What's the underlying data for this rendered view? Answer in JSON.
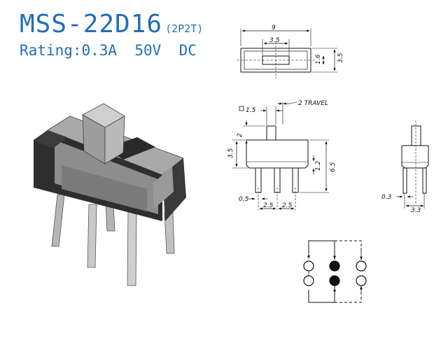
{
  "header": {
    "model": "MSS-22D16",
    "config": "(2P2T)",
    "rating": "Rating:0.3A  50V  DC"
  },
  "dimensions": {
    "top_view": {
      "width": "9",
      "slot": "3.5",
      "depth": "3.5",
      "inner": "1.6"
    },
    "front_view": {
      "knob": "1.5",
      "travel": "2 TRAVEL",
      "knob_height": "2",
      "body_height": "3.5",
      "pin_length": "6.5",
      "pin_exposed": "1.2",
      "pin_width": "0.5",
      "pitch_left": "2.5",
      "pitch_right": "2.5"
    },
    "side_view": {
      "pin_thickness": "0.3",
      "row_spacing": "3.3"
    }
  },
  "colors": {
    "title": "#1f6fb8",
    "line": "#111111",
    "body_dark": "#2a2a2a",
    "body_gray": "#8a8a8a"
  }
}
